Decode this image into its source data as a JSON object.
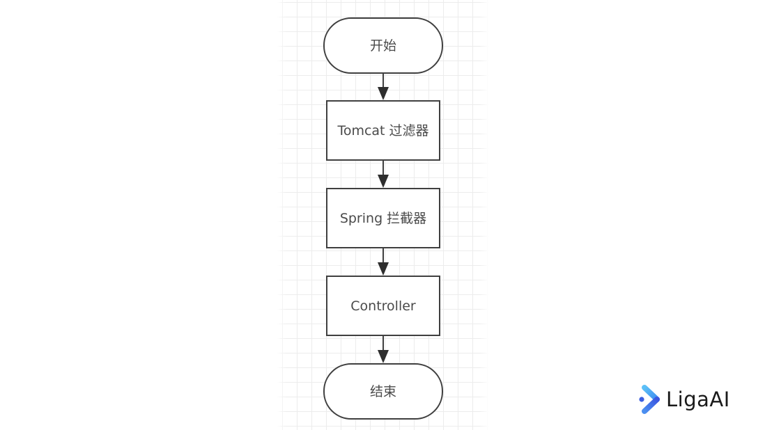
{
  "diagram": {
    "type": "flowchart",
    "nodes": [
      {
        "id": "start",
        "shape": "terminator",
        "label": "开始"
      },
      {
        "id": "tomcat",
        "shape": "process",
        "label": "Tomcat 过滤器"
      },
      {
        "id": "spring",
        "shape": "process",
        "label": "Spring 拦截器"
      },
      {
        "id": "controller",
        "shape": "process",
        "label": "Controller"
      },
      {
        "id": "end",
        "shape": "terminator",
        "label": "结束"
      }
    ],
    "edges": [
      {
        "from": "start",
        "to": "tomcat"
      },
      {
        "from": "tomcat",
        "to": "spring"
      },
      {
        "from": "spring",
        "to": "controller"
      },
      {
        "from": "controller",
        "to": "end"
      }
    ],
    "colors": {
      "stroke": "#3f3f3f",
      "text": "#4a4a4a",
      "grid": "#ececec",
      "background": "#ffffff"
    }
  },
  "brand": {
    "name": "LigaAI",
    "logo_icon": "chevron-right-dots-icon",
    "colors": {
      "light_blue": "#4fb0f5",
      "deep_blue": "#3b5fe0"
    }
  }
}
